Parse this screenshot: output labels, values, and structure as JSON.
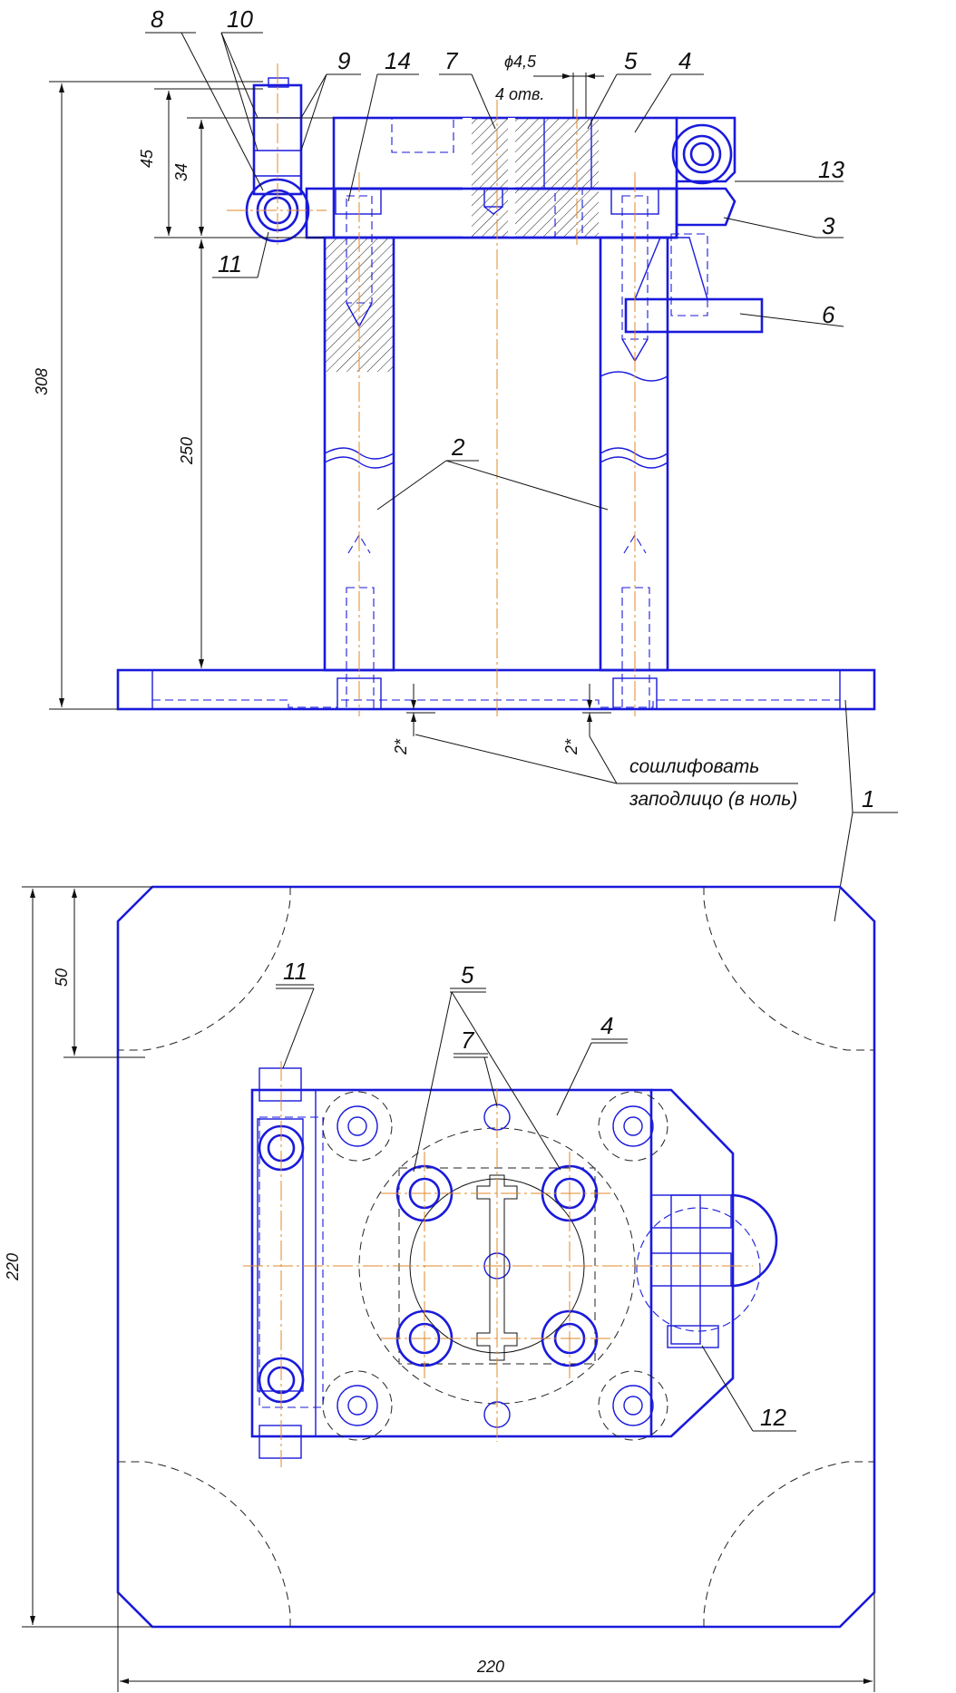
{
  "drawing": {
    "callouts_top": [
      "8",
      "10",
      "9",
      "14",
      "7",
      "5",
      "4",
      "13",
      "3",
      "6",
      "11",
      "2",
      "1"
    ],
    "callouts_bottom": [
      "11",
      "5",
      "4",
      "7",
      "12"
    ],
    "hole_note": {
      "diameter": "ϕ4,5",
      "count": "4 отв."
    },
    "dimensions": {
      "overall_height": "308",
      "column_height": "250",
      "plate_45": "45",
      "plate_34": "34",
      "gap_left": "2*",
      "gap_right": "2*",
      "base_width": "220",
      "base_height": "220",
      "corner_50": "50"
    },
    "note": {
      "line1": "сошлифовать",
      "line2": "заподлицо (в ноль)"
    }
  },
  "colors": {
    "outline": "#1a1adb",
    "centerline": "#e08a2a",
    "dimension": "#111111"
  }
}
